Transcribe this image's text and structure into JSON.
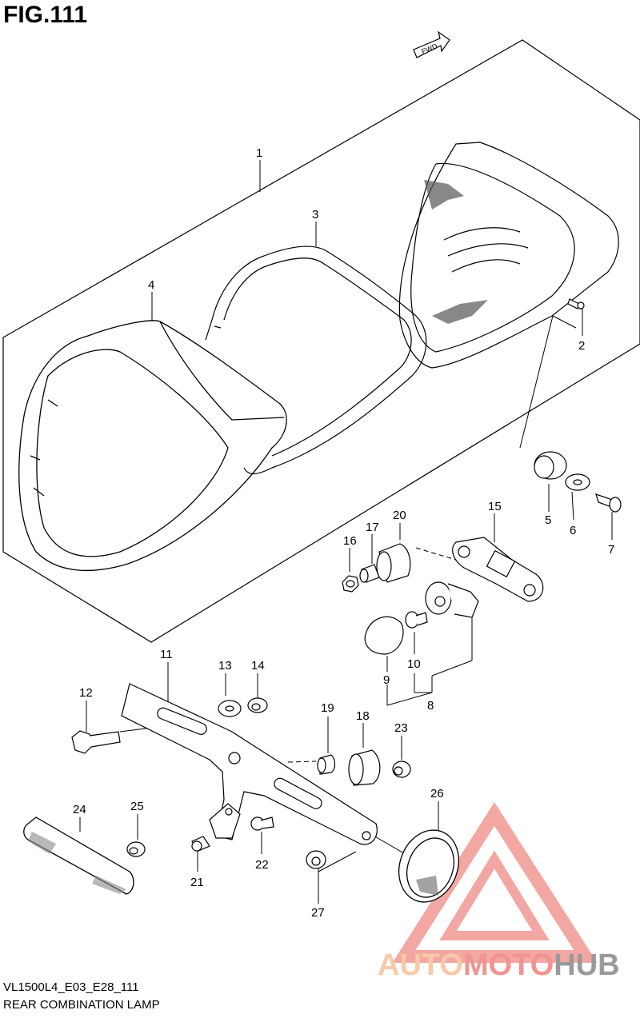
{
  "figure": {
    "title": "FIG.111"
  },
  "fwd_label": "FWD",
  "callouts": {
    "c1": "1",
    "c2": "2",
    "c3": "3",
    "c4": "4",
    "c5": "5",
    "c6": "6",
    "c7": "7",
    "c8": "8",
    "c9": "9",
    "c10": "10",
    "c11": "11",
    "c12": "12",
    "c13": "13",
    "c14": "14",
    "c15": "15",
    "c16": "16",
    "c17": "17",
    "c18": "18",
    "c19": "19",
    "c20": "20",
    "c21": "21",
    "c22": "22",
    "c23": "23",
    "c24": "24",
    "c25": "25",
    "c26": "26",
    "c27": "27"
  },
  "footer": {
    "model_code": "VL1500L4_E03_E28_111",
    "part_name": "REAR COMBINATION LAMP"
  },
  "watermark": {
    "part1": "AUTO",
    "part2": "MOTO",
    "part3": "HUB"
  },
  "colors": {
    "line": "#000000",
    "watermark_red": "#ef8a84",
    "watermark_orange": "#f7c9a8",
    "watermark_gray": "#9a9a9a"
  }
}
